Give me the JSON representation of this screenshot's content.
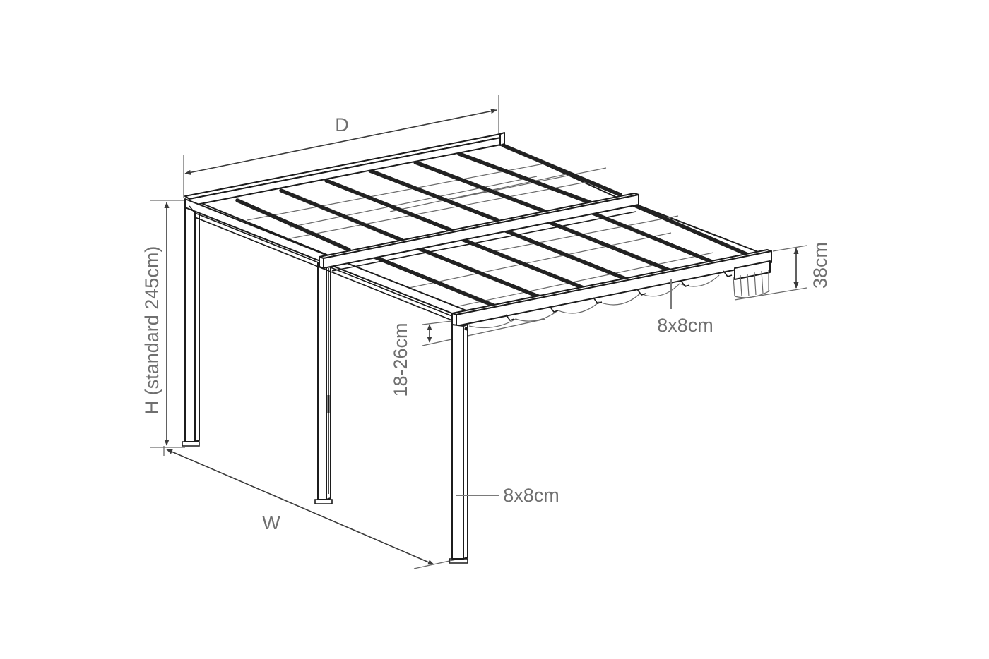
{
  "labels": {
    "depth": "D",
    "width": "W",
    "height": "H (standard 245cm)",
    "gutter_clearance": "18-26cm",
    "front_beam_size": "8x8cm",
    "cassette_height": "38cm",
    "post_size": "8x8cm"
  },
  "colors": {
    "line": "#1c1c1c",
    "dimension_text": "#6f6f6f",
    "background": "#ffffff"
  }
}
